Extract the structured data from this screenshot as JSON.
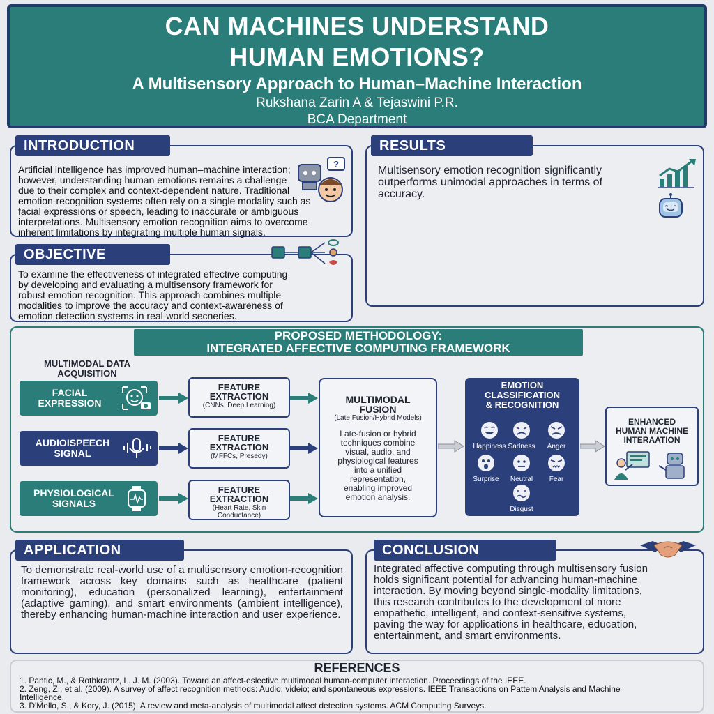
{
  "header": {
    "title_line1": "CAN MACHINES UNDERSTAND",
    "title_line2": "HUMAN EMOTIONS?",
    "subtitle": "A Multisensory Approach to Human–Machine Interaction",
    "authors": "Rukshana Zarin A & Tejaswini P.R.",
    "department": "BCA Department"
  },
  "introduction": {
    "heading": "INTRODUCTION",
    "lines": [
      "Artificial intelligence has improved human–machine interaction;",
      "however, understanding human emotions remains a challenge",
      "due to their complex and context-dependent nature. Traditional",
      "emotion-recognition systems often rely on a single modality such as",
      "facial expressions or speech, leading to inaccurate or ambiguous",
      "interpretations. Multisensory emotion recognition aims to overcome",
      "inherent limitations by integrating multiple human signals."
    ]
  },
  "objective": {
    "heading": "OBJECTIVE",
    "lines": [
      "To examine the effectiveness of integrated effective computing",
      "by developing and evaluating a multisensory framework for",
      "robust emotion recognition. This approach combines multiple",
      "modalities to improve the accuracy and context-awareness of",
      "emotion detection systems in real-world secneries."
    ]
  },
  "results": {
    "heading": "RESULTS",
    "lines": [
      "Multisensory emotion recognition significantly",
      "outperforms unimodal approaches in terms of",
      "accuracy."
    ]
  },
  "methodology": {
    "title_line1": "PROPOSED METHODOLOGY:",
    "title_line2": "INTEGRATED AFFECTIVE COMPUTING FRAMEWORK",
    "acquisition_line1": "MULTIMODAL DATA",
    "acquisition_line2": "ACQUISITION",
    "inputs": [
      {
        "line1": "FACIAL",
        "line2": "EXPRESSION"
      },
      {
        "line1": "AUDIOISPEECH",
        "line2": "SIGNAL"
      },
      {
        "line1": "PHYSIOLOGICAL",
        "line2": "SIGNALS"
      }
    ],
    "features": [
      {
        "line1": "FEATURE",
        "line2": "EXTRACTION",
        "sub1": "(CNNs, Deep Learning)",
        "sub2": ""
      },
      {
        "line1": "FEATURE",
        "line2": "EXTRACTION",
        "sub1": "(MFFCs, Presedy)",
        "sub2": ""
      },
      {
        "line1": "FEATURE",
        "line2": "EXTRACTION",
        "sub1": "(Heart Rate, Skin",
        "sub2": "Conductance)"
      }
    ],
    "fusion": {
      "line1": "MULTIMODAL",
      "line2": "FUSION",
      "sub": "(Late Fusion/Hybrid Models)",
      "desc": [
        "Late-fusion or hybrid",
        "techniques combine",
        "visual, audio, and",
        "physiological features",
        "into a unified",
        "representation,",
        "enabling improved",
        "emotion analysis."
      ]
    },
    "classification": {
      "line1": "EMOTION",
      "line2": "CLASSIFICATION",
      "line3": "& RECOGNITION",
      "emotions": [
        "Happiness",
        "Sadness",
        "Anger",
        "Surprise",
        "Neutral",
        "Fear",
        "Disgust"
      ]
    },
    "enhanced": {
      "line1": "ENHANCED",
      "line2": "HUMAN MACHINE",
      "line3": "INTERAATION"
    }
  },
  "application": {
    "heading": "APPLICATION",
    "lines": [
      "To demonstrate real-world use of a multisensory",
      "emotion-recognition framework across key domains",
      "such as healthcare (patient monitoring), education",
      "(personalized learning), entertainment (adaptive",
      "gaming), and smart environments (ambient",
      "intelligence), thereby enhancing human-machine",
      "interaction and user experience."
    ]
  },
  "conclusion": {
    "heading": "CONCLUSION",
    "lines": [
      "Integrated affective computing through multisensory fusion",
      "holds significant potential for advancing human-machine",
      "interaction. By moving beyond single-modality limitations,",
      "this research contributes to the development of more",
      "empathetic, intelligent, and context-sensitive systems,",
      "paving the way for applications in healthcare, education,",
      "entertainment, and smart environments."
    ]
  },
  "references": {
    "heading": "REFERENCES",
    "items": [
      "1. Pantic, M., & Rothkrantz, L. J. M. (2003). Toward an affect-eslective multimodal human-computer interaction. Proceedings of the IEEE.",
      "2. Zeng, Z., et al. (2009). A survey of affect recognition methods: Audio; videio; and spontaneous expressions. IEEE Transactions on Pattem Analysis and Machine",
      "Intelligence.",
      "3. D'Mello, S., & Kory, J. (2015). A review and meta-analysis of multimodal affect detection systems. ACM Computing Surveys."
    ]
  },
  "colors": {
    "teal": "#2a7d78",
    "navy": "#2b3f7a",
    "background": "#e9ebef"
  }
}
